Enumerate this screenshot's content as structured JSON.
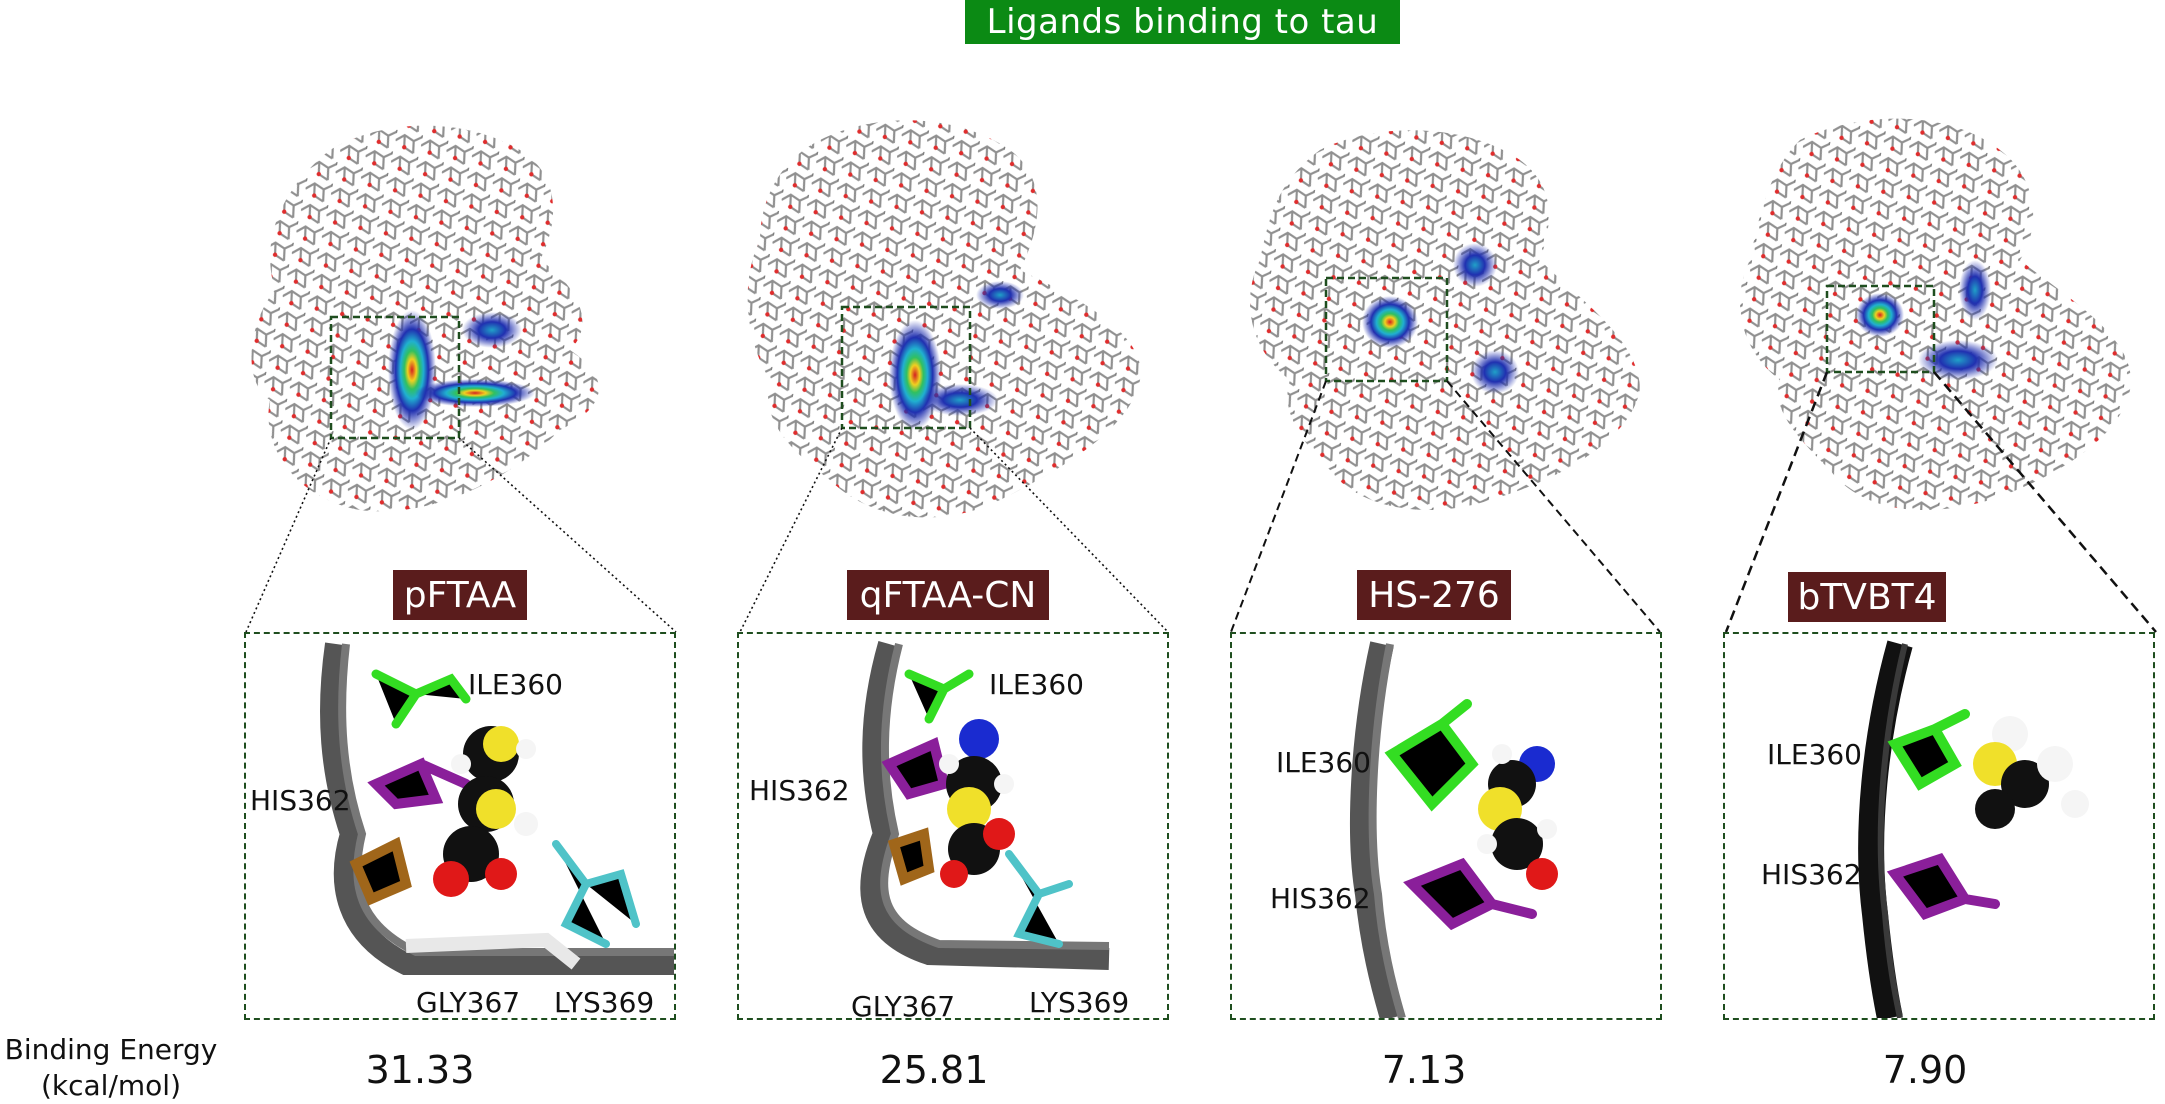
{
  "title": "Ligands binding to tau",
  "panels": [
    {
      "ligand": "pFTAA",
      "residues": [
        "ILE360",
        "HIS362",
        "GLY367",
        "LYS369"
      ],
      "energy": "31.33"
    },
    {
      "ligand": "qFTAA-CN",
      "residues": [
        "ILE360",
        "HIS362",
        "GLY367",
        "LYS369"
      ],
      "energy": "25.81"
    },
    {
      "ligand": "HS-276",
      "residues": [
        "ILE360",
        "HIS362"
      ],
      "energy": "7.13"
    },
    {
      "ligand": "bTVBT4",
      "residues": [
        "ILE360",
        "HIS362"
      ],
      "energy": "7.90"
    }
  ],
  "energy_label": {
    "line1": "Binding Energy",
    "line2": "(kcal/mol)"
  },
  "colors": {
    "title_bg": "#0b8a14",
    "ligand_bg": "#5a1c1c",
    "box_border": "#1f4e1f",
    "ile": "#33dd22",
    "his": "#8a1f9a",
    "lys": "#4fc3c8",
    "gly": "#e0e0e0",
    "other": "#a0661a",
    "sulfur": "#f0e02a",
    "oxygen": "#e01818",
    "nitrogen": "#1a2bd0",
    "carbon": "#111111",
    "hydrogen": "#f5f5f5"
  }
}
